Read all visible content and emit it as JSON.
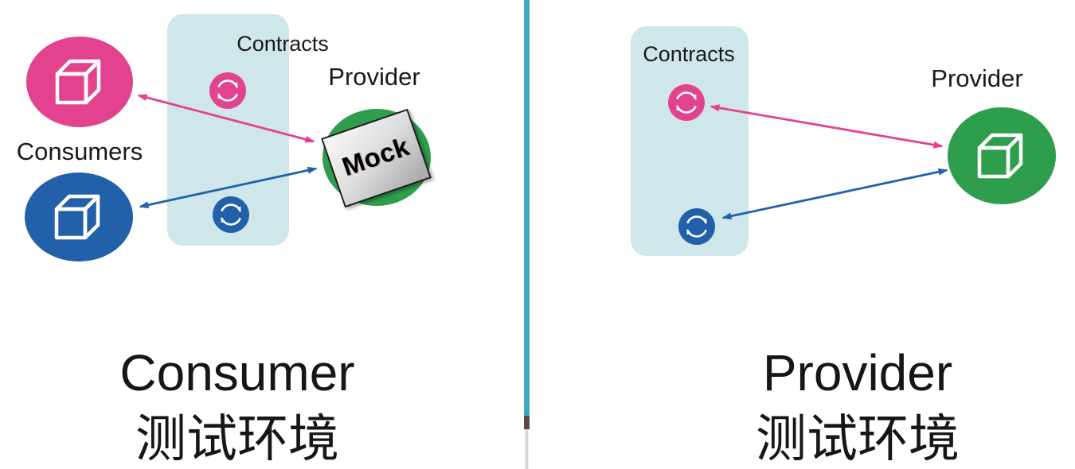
{
  "colors": {
    "consumer_pink": "#e2428e",
    "consumer_blue": "#2261aa",
    "provider_green": "#2f9e4c",
    "contracts_panel_bg": "#cfe6eb",
    "divider_teal": "#3aa8bd",
    "divider_tip": "#5c4a42",
    "divider_tail": "#d6d6d6",
    "mock_border": "#1b1b1b",
    "text": "#1a1a1a"
  },
  "left_panel": {
    "consumers_label": "Consumers",
    "contracts_label": "Contracts",
    "provider_label": "Provider",
    "mock_label": "Mock",
    "title": {
      "line1": "Consumer",
      "line2": "测试环境"
    }
  },
  "right_panel": {
    "contracts_label": "Contracts",
    "provider_label": "Provider",
    "title": {
      "line1": "Provider",
      "line2": "测试环境"
    }
  },
  "icons": {
    "cube": "cube-icon",
    "sync": "sync-arrows-icon",
    "arrow": "double-headed-arrow"
  }
}
